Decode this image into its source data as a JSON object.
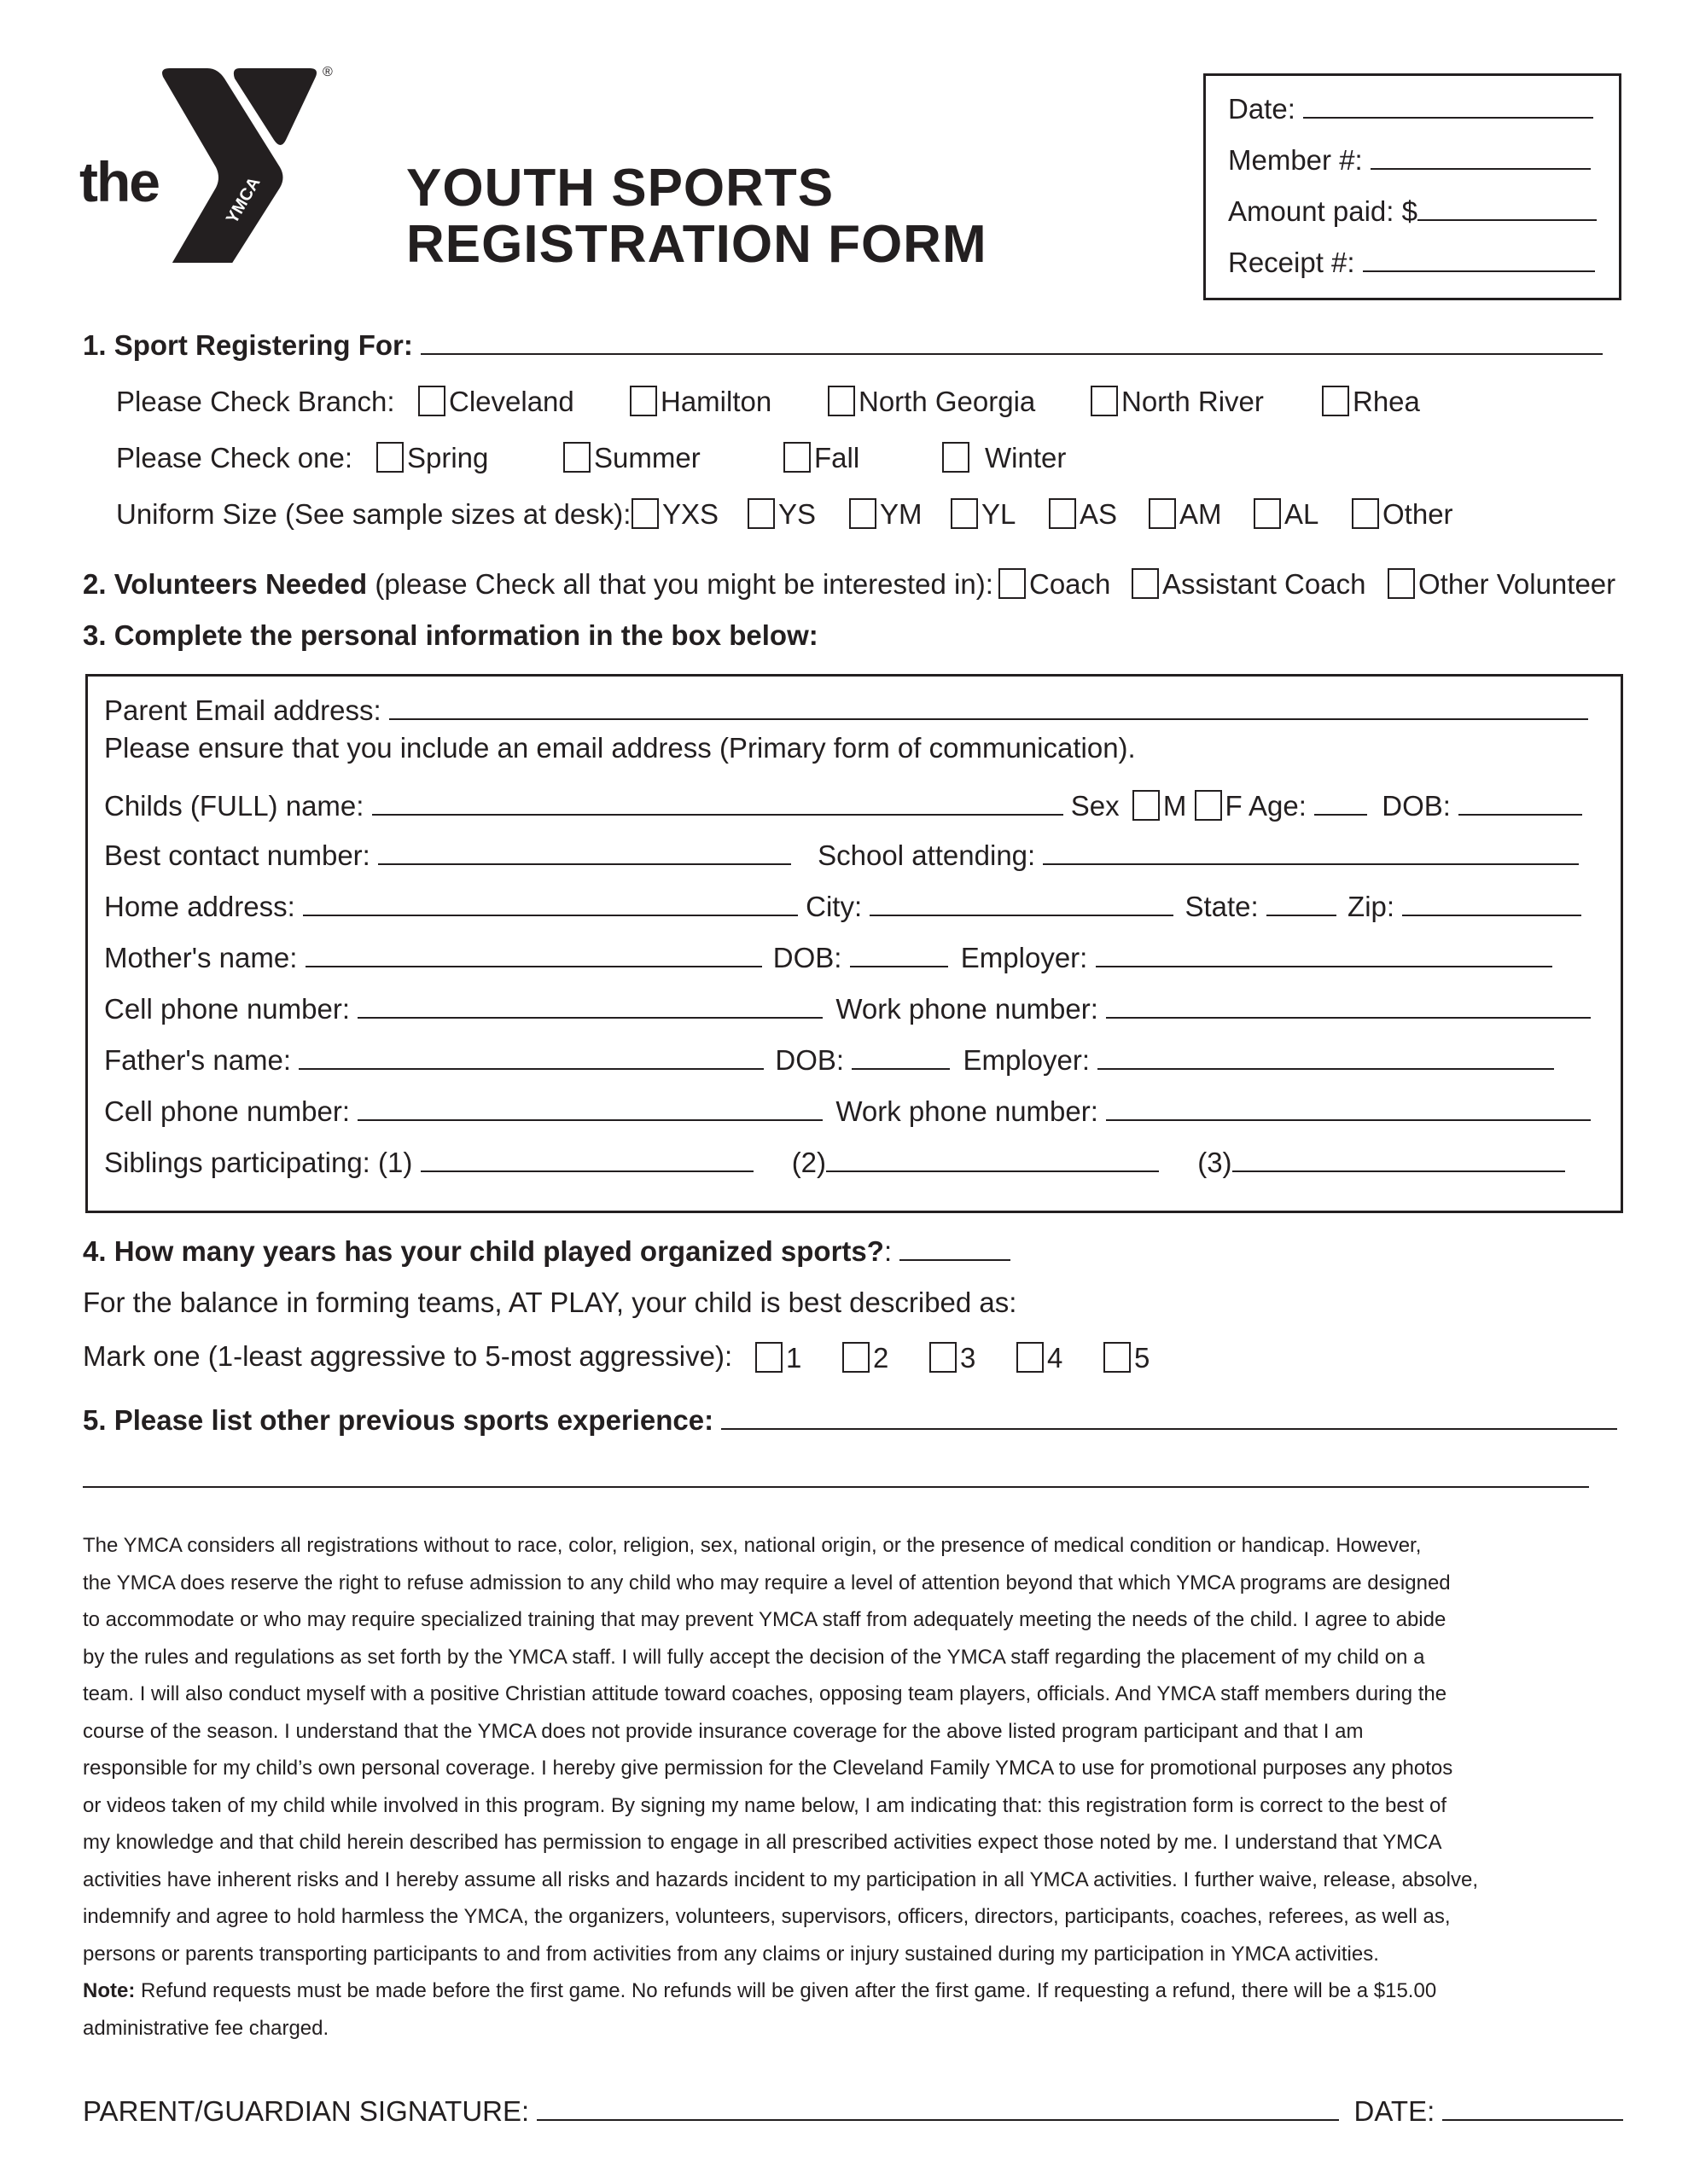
{
  "logo": {
    "word": "the",
    "mark": "YMCA",
    "registered": "®"
  },
  "title": {
    "line1": "YOUTH SPORTS",
    "line2": "REGISTRATION FORM"
  },
  "office_box": {
    "date_label": "Date:",
    "member_label": "Member #:",
    "amount_label": "Amount paid: $",
    "receipt_label": "Receipt #:"
  },
  "section1": {
    "label": "1. Sport Registering For:",
    "branch_label": "Please Check Branch:",
    "branches": [
      "Cleveland",
      "Hamilton",
      "North Georgia",
      "North River",
      "Rhea"
    ],
    "season_label": "Please Check one:",
    "seasons": [
      "Spring",
      "Summer",
      "Fall",
      "Winter"
    ],
    "uniform_label": "Uniform Size (See sample sizes at desk):",
    "sizes": [
      "YXS",
      "YS",
      "YM",
      "YL",
      "AS",
      "AM",
      "AL",
      "Other"
    ]
  },
  "section2": {
    "label_bold": "2. Volunteers Needed",
    "label_rest": "(please Check all that you might be interested in):",
    "options": [
      "Coach",
      "Assistant Coach",
      "Other Volunteer"
    ]
  },
  "section3": {
    "label": "3. Complete the personal information in the box below:",
    "email_label": "Parent Email address:",
    "email_note": "Please ensure that you include an email address (Primary form of communication).",
    "child_name_label": "Childs (FULL) name:",
    "sex_label": "Sex",
    "sex_m": "M",
    "sex_f": "F",
    "age_label": "Age:",
    "dob_label": "DOB:",
    "best_contact_label": "Best contact number:",
    "school_label": "School attending:",
    "home_address_label": "Home address:",
    "city_label": "City:",
    "state_label": "State:",
    "zip_label": "Zip:",
    "mother_label": "Mother's name:",
    "employer_label": "Employer:",
    "cell_label": "Cell phone number:",
    "work_label": "Work phone number:",
    "father_label": "Father's name:",
    "siblings_label": "Siblings participating: (1)",
    "sibling2": "(2)",
    "sibling3": "(3)"
  },
  "section4": {
    "label": "4. How many years has your child played organized sports?",
    "colon": ":",
    "balance_text": "For the balance in forming teams, AT PLAY, your child is best described as:",
    "mark_label": "Mark one",
    "mark_range": "(1-least aggressive to 5-most aggressive):",
    "levels": [
      "1",
      "2",
      "3",
      "4",
      "5"
    ]
  },
  "section5": {
    "label": "5. Please list other previous sports experience:"
  },
  "legal": {
    "lines": [
      "The YMCA considers all registrations without to race, color, religion, sex, national origin, or the presence of medical condition or handicap. However,",
      "the YMCA does reserve the right to refuse admission to any child who may require a level of attention beyond that which YMCA programs are designed",
      "to accommodate or who may require specialized training that may prevent YMCA staff from adequately meeting the needs of the child. I agree to abide",
      "by the rules and regulations as set forth by the YMCA staff. I will fully accept the decision of the YMCA staff regarding the placement of my child on a",
      "team. I will also conduct myself with a positive Christian attitude toward coaches, opposing team players, officials. And YMCA staff members during the",
      "course of the season. I understand that the YMCA does not provide insurance coverage for the above listed program participant and that I am",
      "responsible for my child’s own personal coverage.  I hereby give permission for the Cleveland Family YMCA to use for promotional purposes any photos",
      "or videos taken of my child while involved in this program. By signing my name below, I am indicating that: this registration form is correct to the best of",
      "my knowledge and that child herein described has permission to engage in all prescribed activities expect those noted by me. I understand that YMCA",
      "activities have inherent risks and I hereby assume all risks and hazards incident to my participation in all YMCA activities. I further waive, release, absolve,",
      "indemnify and agree to hold harmless the YMCA, the organizers, volunteers, supervisors, officers, directors, participants, coaches, referees, as well as,",
      "persons or parents transporting participants to and from activities from any claims or injury sustained during my participation in YMCA activities."
    ],
    "note_bold": "Note:",
    "note_line1": " Refund requests must be made before the first game. No refunds will be given after the first game. If requesting a refund, there will be a $15.00",
    "note_line2": "administrative fee charged."
  },
  "signature": {
    "label": "PARENT/GUARDIAN SIGNATURE:",
    "date_label": "DATE:"
  }
}
